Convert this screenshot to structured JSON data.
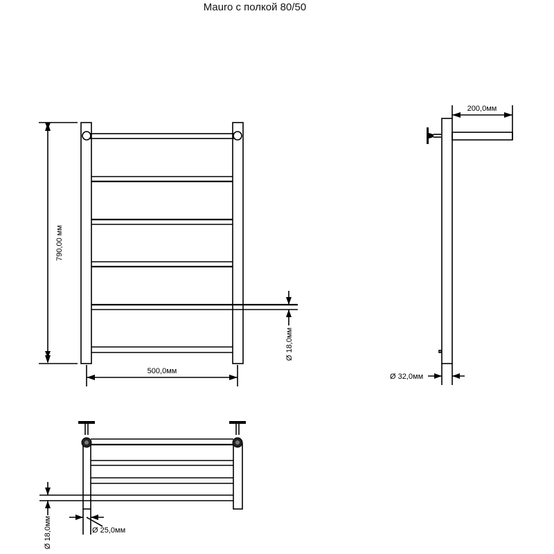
{
  "title": "Mauro с полкой 80/50",
  "dimensions": {
    "height": "790,00 мм",
    "width": "500,0мм",
    "rung_diameter_front": "Ø 18,0мм",
    "shelf_depth": "200,0мм",
    "post_diameter_side": "Ø 32,0мм",
    "post_diameter_top": "Ø 25,0мм",
    "rung_diameter_top": "Ø 18,0мм"
  },
  "colors": {
    "line": "#000000",
    "background": "#ffffff"
  }
}
